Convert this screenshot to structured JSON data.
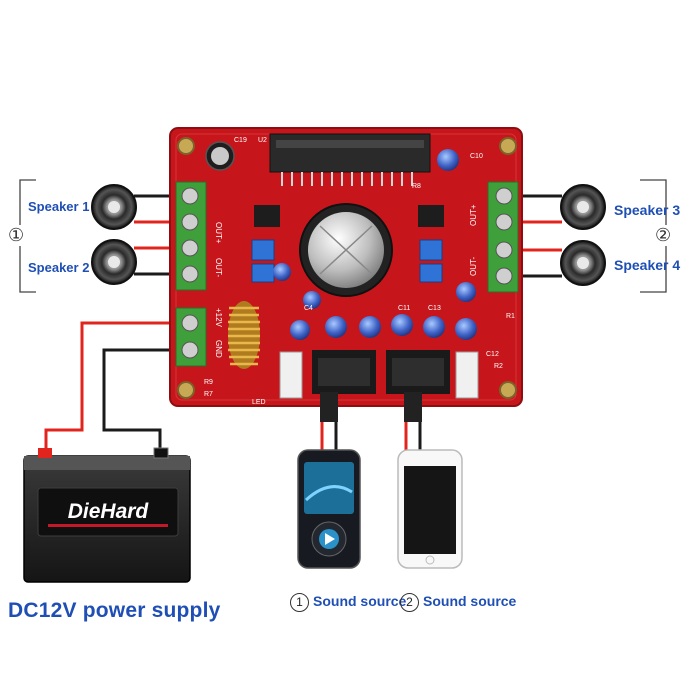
{
  "labels": {
    "speaker1": "Speaker 1",
    "speaker2": "Speaker 2",
    "speaker3": "Speaker 3",
    "speaker4": "Speaker 4",
    "group1": "①",
    "group2": "②",
    "source1_num": "1",
    "source2_num": "2",
    "source1": "Sound source",
    "source2": "Sound source",
    "power_supply": "DC12V power supply",
    "battery_brand": "DieHard"
  },
  "board": {
    "terminal_marks": [
      "OUT+",
      "OUT-",
      "OUT+",
      "OUT-",
      "+12V",
      "GND"
    ],
    "chip_label": "U2",
    "parts": [
      "C19",
      "C10",
      "C11",
      "C13",
      "C4",
      "C12",
      "R1",
      "R2",
      "R8",
      "R9",
      "R7",
      "LED"
    ]
  },
  "colors": {
    "board": "#c6161c",
    "terminal": "#3f9f3a",
    "wire_red": "#e1241d",
    "wire_black": "#1b1b1b",
    "label_blue": "#1f4fb5"
  }
}
